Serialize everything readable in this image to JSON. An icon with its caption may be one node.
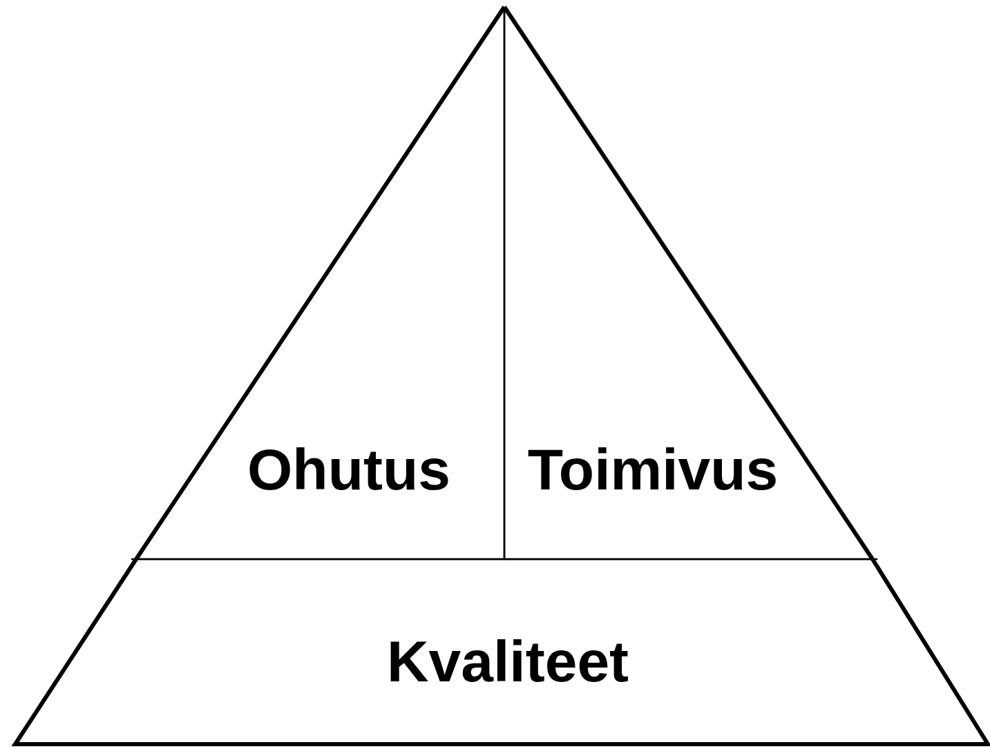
{
  "diagram": {
    "nodes": [
      {
        "text": [
          "Ohutus"
        ]
      },
      {
        "text": [
          "Toimivus"
        ]
      },
      {
        "text": [
          "Kvaliteet"
        ]
      }
    ]
  }
}
